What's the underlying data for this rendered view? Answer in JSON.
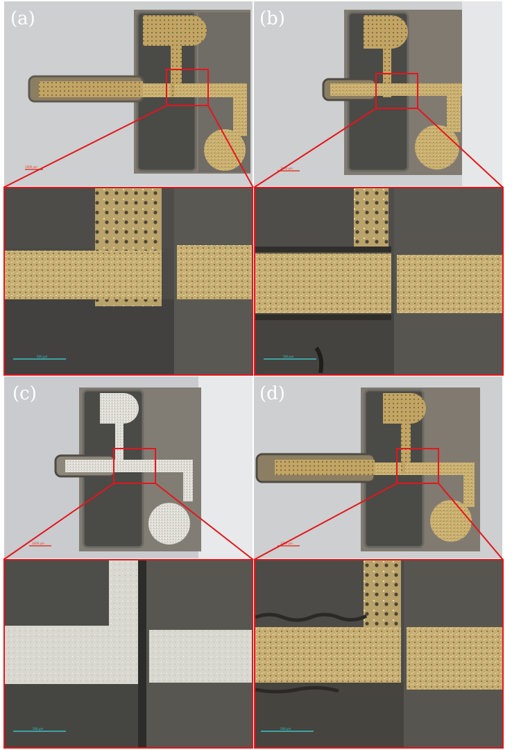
{
  "panels": [
    {
      "id": "a",
      "label": "(a)",
      "scale_bar_text": "1000 μm",
      "detail_scale_bar_text": "500 μm"
    },
    {
      "id": "b",
      "label": "(b)",
      "scale_bar_text": "1000 μm",
      "detail_scale_bar_text": "500 μm"
    },
    {
      "id": "c",
      "label": "(c)",
      "scale_bar_text": "1000 μm",
      "detail_scale_bar_text": "500 μm"
    },
    {
      "id": "d",
      "label": "(d)",
      "scale_bar_text": "1000 μm",
      "detail_scale_bar_text": "500 μm"
    }
  ],
  "colors": {
    "highlight_box": "#e4161b",
    "scale_bar_overview": "#e23b2a",
    "scale_bar_detail": "#39c3c3",
    "gold_metallization": "#c9ae6d",
    "silver_metallization": "#dcdad2",
    "substrate": "#5b5a55",
    "background_plate": "#cfd0d2"
  }
}
